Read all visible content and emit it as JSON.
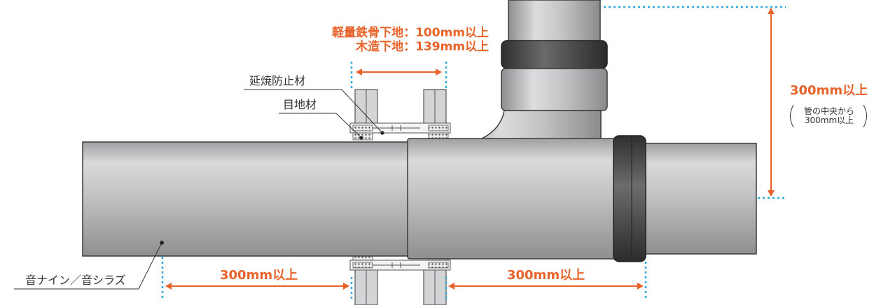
{
  "colors": {
    "accent": "#e8632a",
    "dotted_guide": "#2fa8de",
    "pipe_fill": "#c8c9cb",
    "pipe_edge": "#3b3b3b",
    "band": "#4a4a4a"
  },
  "labels": {
    "steel_frame": "軽量鉄骨下地：100mm以上",
    "wood_frame": "木造下地：139mm以上",
    "fire_stop": "延焼防止材",
    "joint_material": "目地材",
    "pipe_name": "音ナイン／音シラズ",
    "vertical_distance": "300mm以上",
    "vertical_note_line1": "管の中央から",
    "vertical_note_line2": "300mm以上",
    "left_distance": "300mm以上",
    "right_distance": "300mm以上"
  }
}
